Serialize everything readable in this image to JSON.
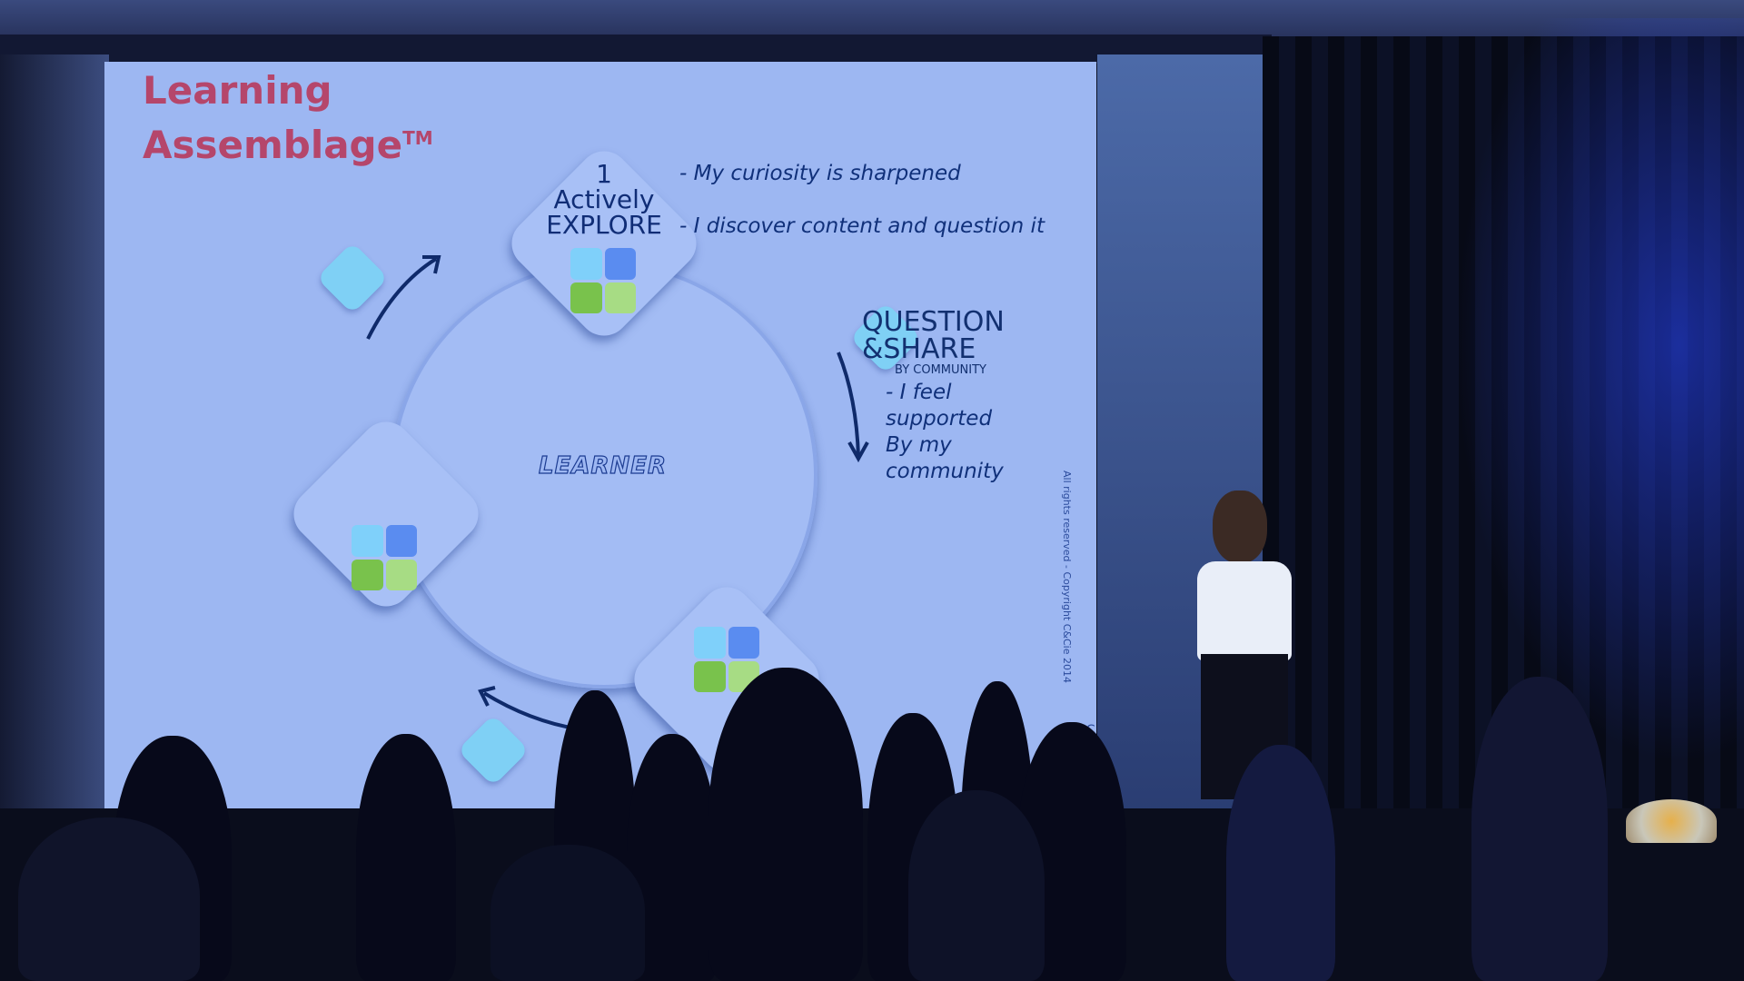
{
  "scene": {
    "description": "Conference presentation: presenter standing beside a projected slide, audience silhouettes in foreground",
    "colors": {
      "slide_bg": "#9db7f2",
      "title": "#b5466b",
      "text": "#10307a",
      "tile_light_blue": "#7fd0fa",
      "tile_blue": "#5a8cf0",
      "tile_green": "#79c24c",
      "tile_light_green": "#a7dc84"
    }
  },
  "slide": {
    "title_line1": "Learning",
    "title_line2": "Assemblage",
    "title_mark": "TM",
    "step1": {
      "number": "1",
      "line1": "Actively",
      "line2": "EXPLORE"
    },
    "step1_bullets": [
      "- My curiosity is sharpened",
      "- I discover content and question it"
    ],
    "center_label": "LEARNER",
    "question_share": {
      "line1": "QUESTION",
      "line2": "&SHARE",
      "sub": "BY COMMUNITY"
    },
    "qs_bullets": [
      "- I feel",
      "supported",
      "By my",
      "community"
    ],
    "copyright": "All rights reserved - Copyright C&Cie 2014",
    "logo": "C&C"
  }
}
